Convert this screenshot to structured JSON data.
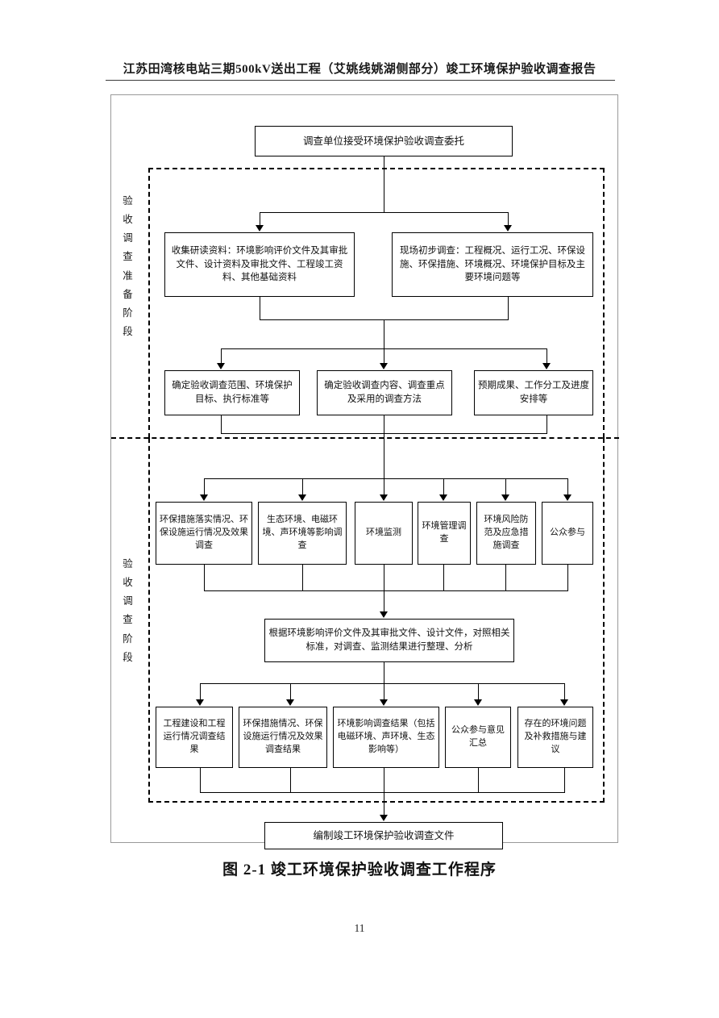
{
  "document": {
    "running_header": "江苏田湾核电站三期500kV送出工程（艾姚线姚湖侧部分）竣工环境保护验收调查报告",
    "page_number": "11",
    "figure_caption": "图 2-1   竣工环境保护验收调查工作程序"
  },
  "figure": {
    "title": "竣工环境保护验收调查工作程序",
    "type": "flowchart",
    "stages": [
      {
        "id": "prep",
        "label": "验收调查准备阶段",
        "label_chars": [
          "验",
          "收",
          "调",
          "查",
          "准",
          "备",
          "阶",
          "段"
        ]
      },
      {
        "id": "investigation",
        "label": "验收调查阶段",
        "label_chars": [
          "验",
          "收",
          "调",
          "查",
          "阶",
          "段"
        ]
      }
    ],
    "nodes": {
      "start": "调查单位接受环境保护验收调查委托",
      "prep_row1": [
        "收集研读资料：环境影响评价文件及其审批文件、设计资料及审批文件、工程竣工资料、其他基础资料",
        "现场初步调查：工程概况、运行工况、环保设施、环保措施、环境概况、环境保护目标及主要环境问题等"
      ],
      "prep_row2": [
        "确定验收调查范围、环境保护目标、执行标准等",
        "确定验收调查内容、调查重点及采用的调查方法",
        "预期成果、工作分工及进度安排等"
      ],
      "inv_row1": [
        "环保措施落实情况、环保设施运行情况及效果调查",
        "生态环境、电磁环境、声环境等影响调查",
        "环境监测",
        "环境管理调查",
        "环境风险防范及应急措施调查",
        "公众参与"
      ],
      "analysis": "根据环境影响评价文件及其审批文件、设计文件，对照相关标准，对调查、监测结果进行整理、分析",
      "inv_row2": [
        "工程建设和工程运行情况调查结果",
        "环保措施情况、环保设施运行情况及效果调查结果",
        "环境影响调查结果（包括电磁环境、声环境、生态影响等）",
        "公众参与意见汇总",
        "存在的环境问题及补救措施与建议"
      ],
      "end": "编制竣工环境保护验收调查文件"
    }
  }
}
